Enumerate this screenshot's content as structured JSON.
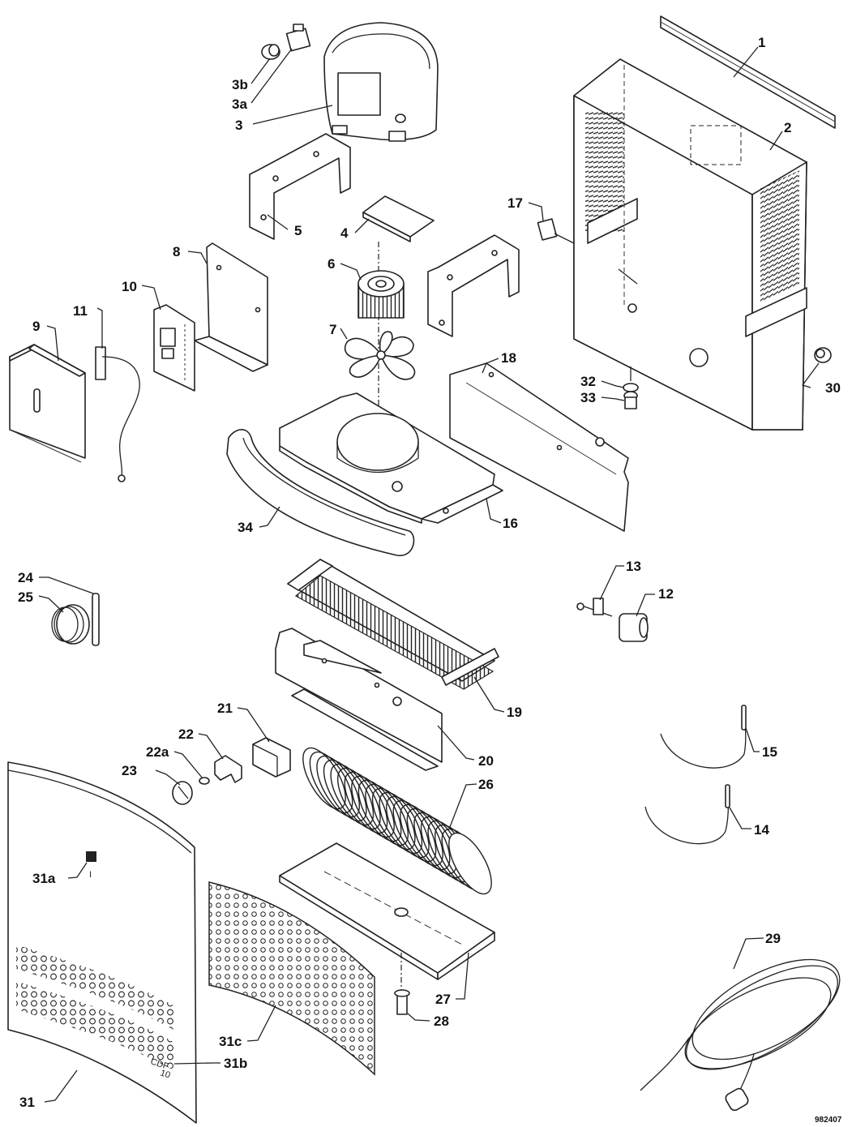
{
  "figure_id": "982407",
  "labels": {
    "l1": "1",
    "l2": "2",
    "l3": "3",
    "l3a": "3a",
    "l3b": "3b",
    "l4": "4",
    "l5": "5",
    "l6": "6",
    "l7": "7",
    "l8": "8",
    "l9": "9",
    "l10": "10",
    "l11": "11",
    "l12": "12",
    "l13": "13",
    "l14": "14",
    "l15": "15",
    "l16": "16",
    "l17": "17",
    "l18": "18",
    "l19": "19",
    "l20": "20",
    "l21": "21",
    "l22": "22",
    "l22a": "22a",
    "l23": "23",
    "l24": "24",
    "l25": "25",
    "l26": "26",
    "l27": "27",
    "l28": "28",
    "l29": "29",
    "l30": "30",
    "l31": "31",
    "l31a": "31a",
    "l31b": "31b",
    "l31c": "31c",
    "l32": "32",
    "l33": "33",
    "l34": "34"
  },
  "panel_marking": {
    "text": "CDF",
    "number": "10",
    "switch_mark": "I"
  }
}
